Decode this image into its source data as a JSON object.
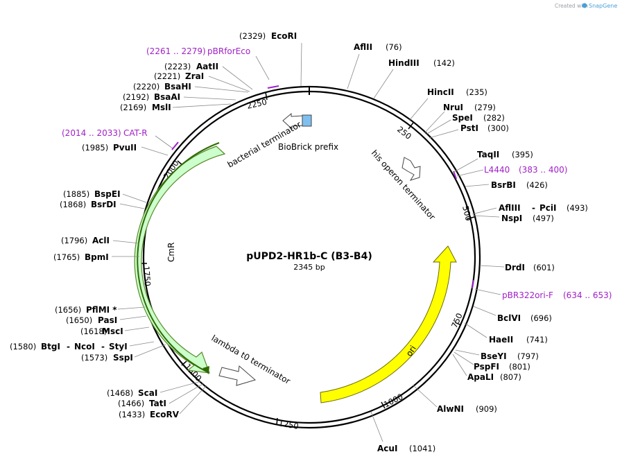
{
  "credit": {
    "prefix": "Created with",
    "brand": "SnapGene"
  },
  "plasmid": {
    "name": "pUPD2-HR1b-C (B3-B4)",
    "size_label": "2345 bp",
    "length": 2345
  },
  "colors": {
    "backbone": "#000000",
    "primer": "#a020c8",
    "cmr_fill": "#ccffcc",
    "cmr_stroke": "#5a8a2a",
    "cmr_arrow": "#2d6b00",
    "ori_fill": "#ffff00",
    "terminator_fill": "#ffffff",
    "biobrick_fill": "#7fbff0"
  },
  "ticks": [
    "250",
    "500",
    "750",
    "1000",
    "1250",
    "1500",
    "1750",
    "2000",
    "2250"
  ],
  "enzymes": [
    {
      "name": "EcoRI",
      "pos": "(2329)"
    },
    {
      "name": "AflII",
      "pos": "(76)"
    },
    {
      "name": "HindIII",
      "pos": "(142)"
    },
    {
      "name": "HincII",
      "pos": "(235)"
    },
    {
      "name": "NruI",
      "pos": "(279)"
    },
    {
      "name": "SpeI",
      "pos": "(282)"
    },
    {
      "name": "PstI",
      "pos": "(300)"
    },
    {
      "name": "TaqII",
      "pos": "(395)"
    },
    {
      "name": "BsrBI",
      "pos": "(426)"
    },
    {
      "name": "AflIII",
      "sep": "-",
      "name2": "PciI",
      "pos": "(493)"
    },
    {
      "name": "NspI",
      "pos": "(497)"
    },
    {
      "name": "DrdI",
      "pos": "(601)"
    },
    {
      "name": "BclVI",
      "pos": "(696)"
    },
    {
      "name": "HaeII",
      "pos": "(741)"
    },
    {
      "name": "BseYI",
      "pos": "(797)"
    },
    {
      "name": "PspFI",
      "pos": "(801)"
    },
    {
      "name": "ApaLI",
      "pos": "(807)"
    },
    {
      "name": "AlwNI",
      "pos": "(909)"
    },
    {
      "name": "AcuI",
      "pos": "(1041)"
    },
    {
      "name": "EcoRV",
      "pos": "(1433)"
    },
    {
      "name": "TatI",
      "pos": "(1466)"
    },
    {
      "name": "ScaI",
      "pos": "(1468)"
    },
    {
      "name": "SspI",
      "pos": "(1573)"
    },
    {
      "name": "BtgI",
      "sep": "-",
      "name2": "NcoI",
      "sep2": "-",
      "name3": "StyI",
      "pos": "(1580)"
    },
    {
      "name": "MscI",
      "pos": "(1618)"
    },
    {
      "name": "PasI",
      "pos": "(1650)"
    },
    {
      "name": "PflMI *",
      "pos": "(1656)"
    },
    {
      "name": "BpmI",
      "pos": "(1765)"
    },
    {
      "name": "AclI",
      "pos": "(1796)"
    },
    {
      "name": "BsrDI",
      "pos": "(1868)"
    },
    {
      "name": "BspEI",
      "pos": "(1885)"
    },
    {
      "name": "PvuII",
      "pos": "(1985)"
    },
    {
      "name": "MslI",
      "pos": "(2169)"
    },
    {
      "name": "BsaAI",
      "pos": "(2192)"
    },
    {
      "name": "BsaHI",
      "pos": "(2220)"
    },
    {
      "name": "ZraI",
      "pos": "(2221)"
    },
    {
      "name": "AatII",
      "pos": "(2223)"
    }
  ],
  "primers": [
    {
      "range": "(2261 .. 2279)",
      "name": "pBRforEco"
    },
    {
      "range": "(2014 .. 2033)",
      "name": "CAT-R"
    },
    {
      "name": "L4440",
      "range": "(383 .. 400)"
    },
    {
      "name": "pBR322ori-F",
      "range": "(634 .. 653)"
    }
  ],
  "features": [
    {
      "name": "bacterial terminator"
    },
    {
      "name": "BioBrick prefix"
    },
    {
      "name": "his operon terminator"
    },
    {
      "name": "CmR"
    },
    {
      "name": "ori"
    },
    {
      "name": "lambda t0 terminator"
    }
  ]
}
